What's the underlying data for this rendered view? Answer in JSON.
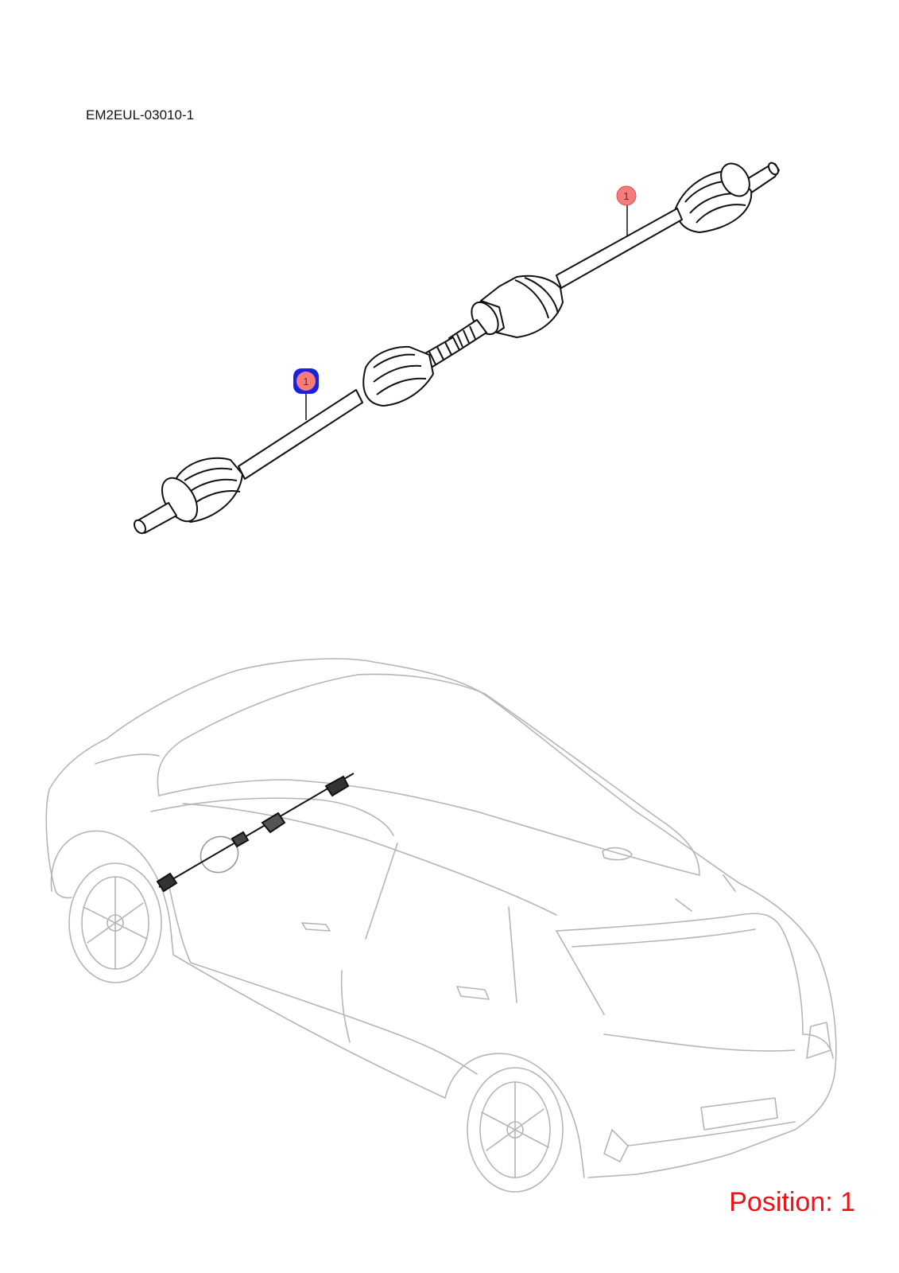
{
  "diagram": {
    "code": "EM2EUL-03010-1",
    "position_label": "Position: 1",
    "callouts": [
      {
        "label": "1",
        "state": "normal"
      },
      {
        "label": "1",
        "state": "selected"
      }
    ]
  },
  "colors": {
    "callout_fill": "#f47c7c",
    "selected_ring": "#1a22e0",
    "position_text": "#e8141b",
    "car_outline": "#b5b5b5"
  }
}
